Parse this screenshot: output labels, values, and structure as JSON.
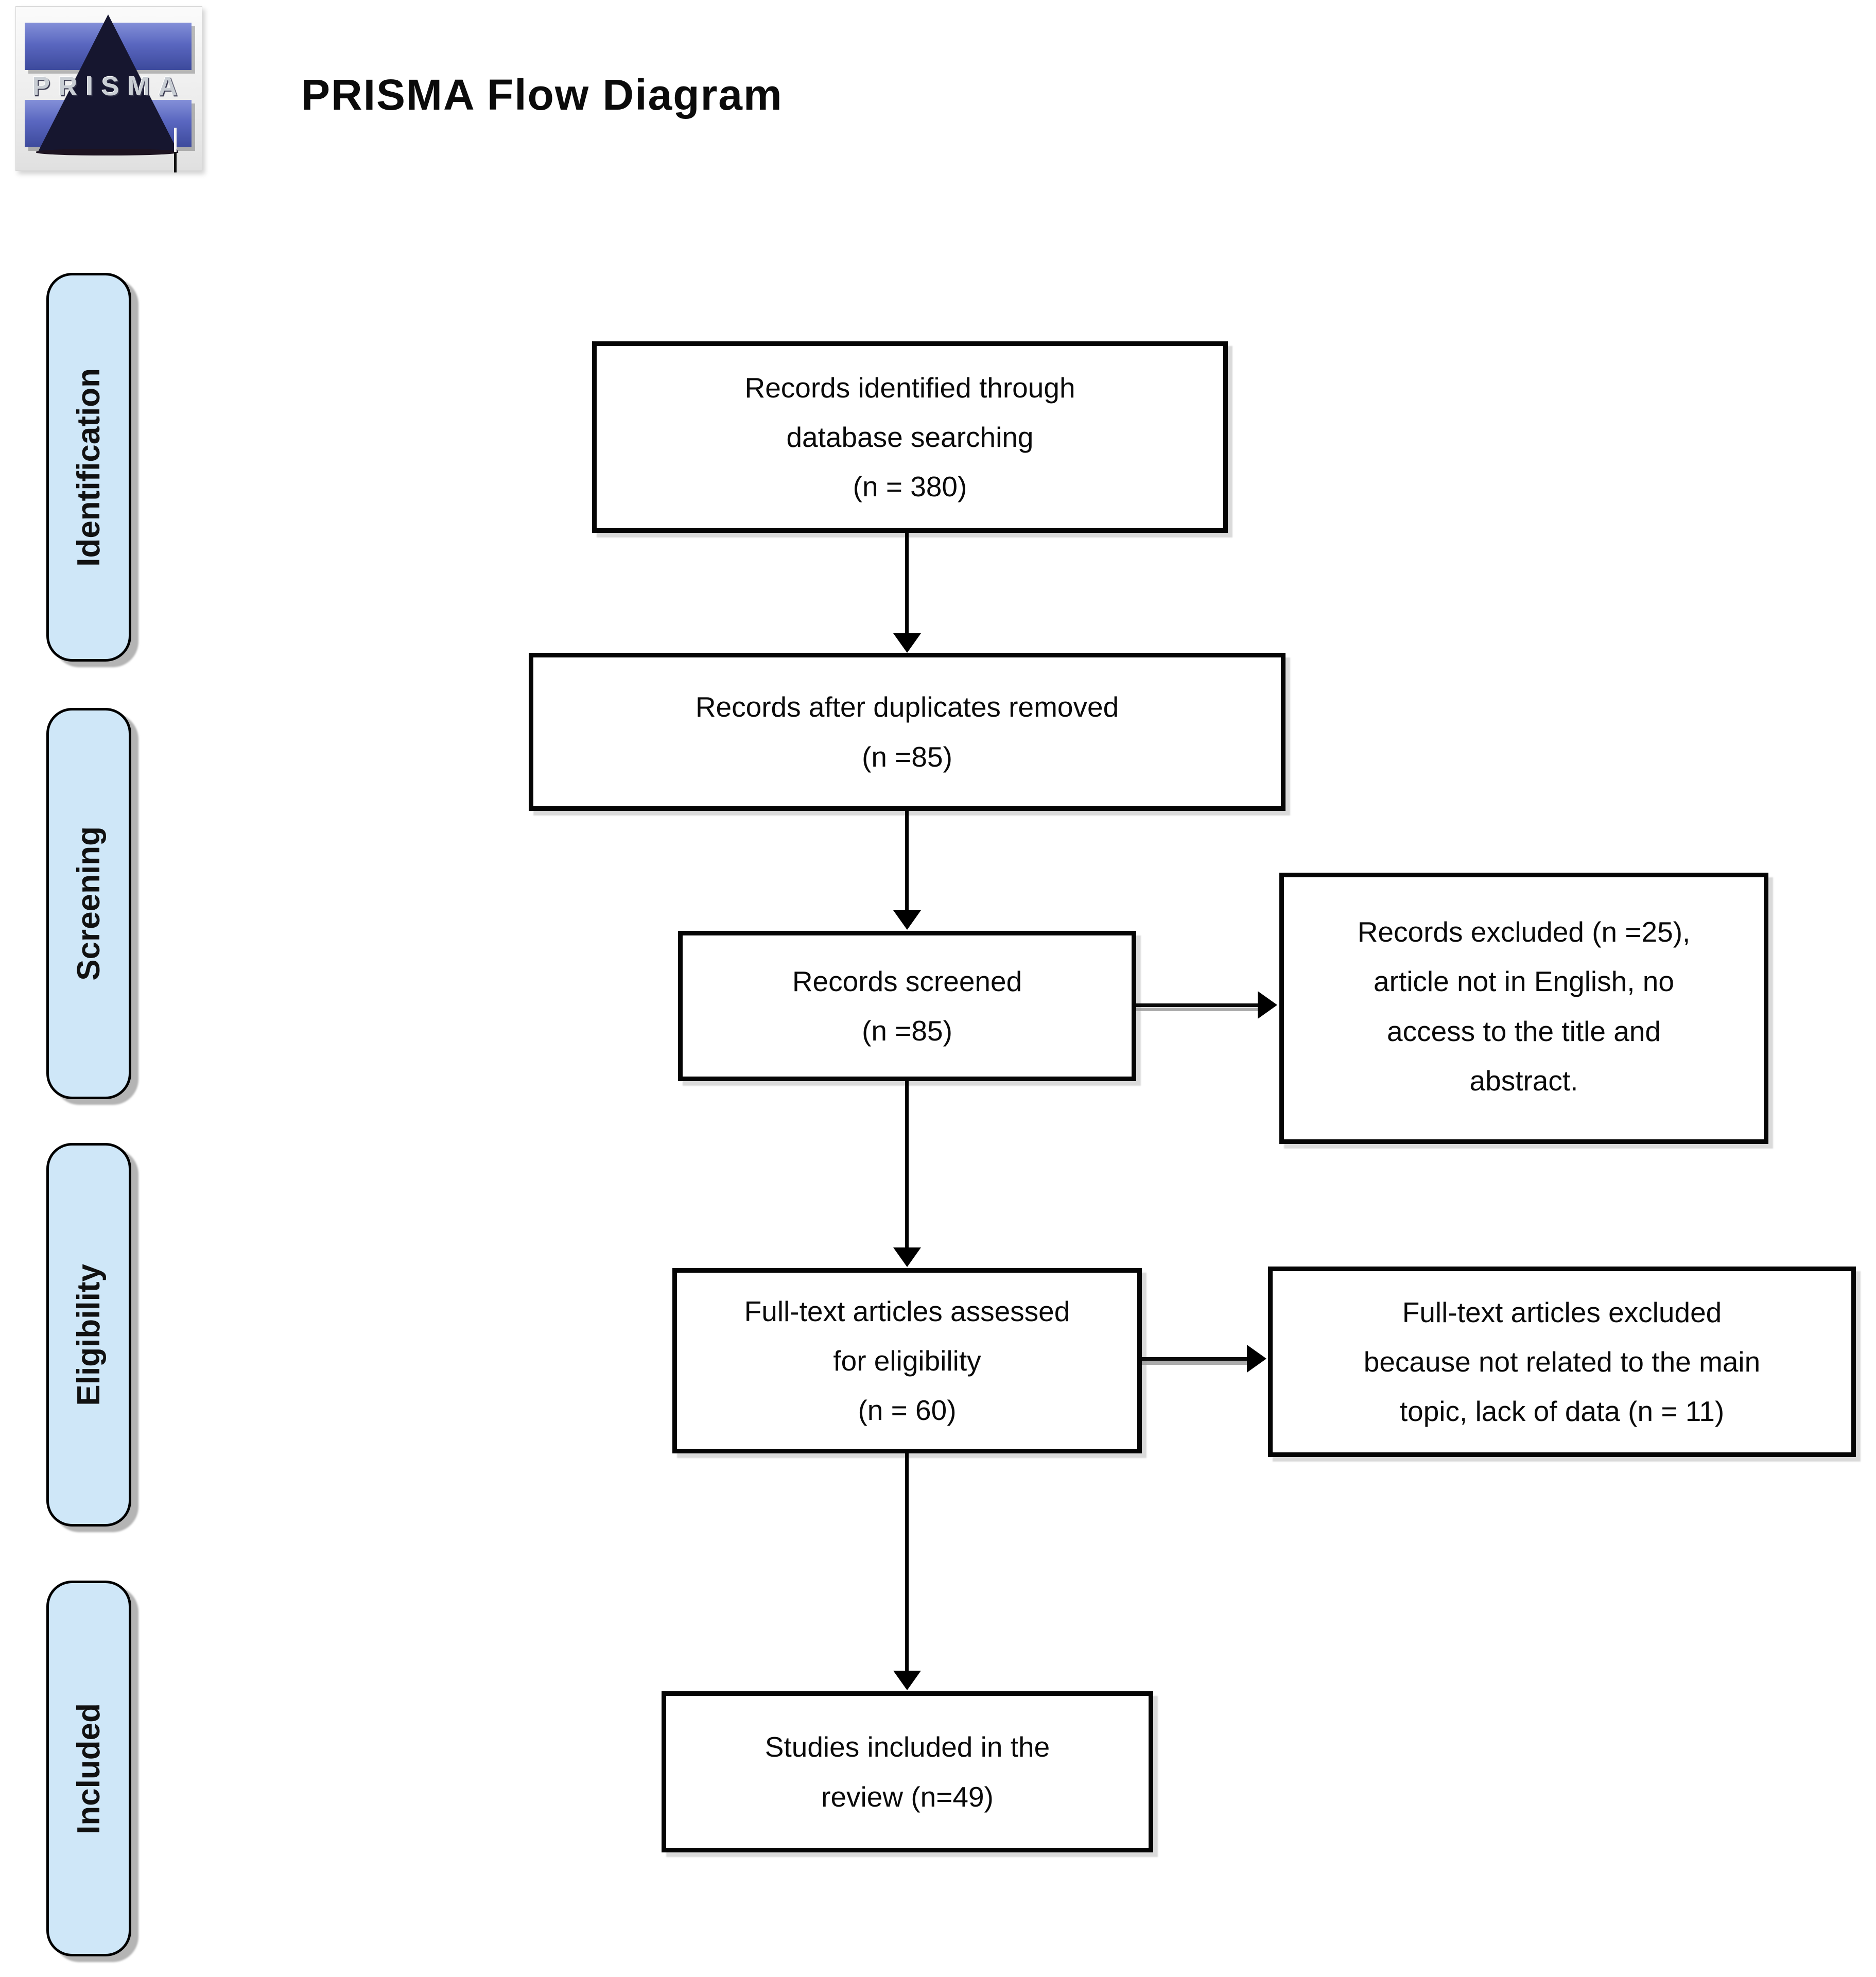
{
  "title": "PRISMA Flow Diagram",
  "logo": {
    "text": "PRISMA"
  },
  "stages": [
    {
      "label": "Identification"
    },
    {
      "label": "Screening"
    },
    {
      "label": "Eligibility"
    },
    {
      "label": "Included"
    }
  ],
  "boxes": {
    "identified": {
      "lines": [
        "Records identified through",
        "database searching",
        "(n = 380)"
      ]
    },
    "dedup": {
      "lines": [
        "Records after duplicates removed",
        "(n =85)"
      ]
    },
    "screened": {
      "lines": [
        "Records screened",
        "(n =85)"
      ]
    },
    "fulltext": {
      "lines": [
        "Full-text articles assessed",
        "for eligibility",
        "(n = 60)"
      ]
    },
    "included": {
      "lines": [
        "Studies included in the",
        "review (n=49)"
      ]
    },
    "records_excluded": {
      "lines": [
        "Records excluded (n =25),",
        "article not in English, no",
        "access to the title and",
        "abstract."
      ]
    },
    "fulltext_excluded": {
      "lines": [
        "Full-text articles excluded",
        "because not related to the main",
        "topic, lack of data (n = 11)"
      ]
    }
  },
  "colors": {
    "stage_fill": "#cfe7f8",
    "box_border": "#000000",
    "logo_blue": "#5a67c0",
    "logo_triangle": "#16162f"
  }
}
